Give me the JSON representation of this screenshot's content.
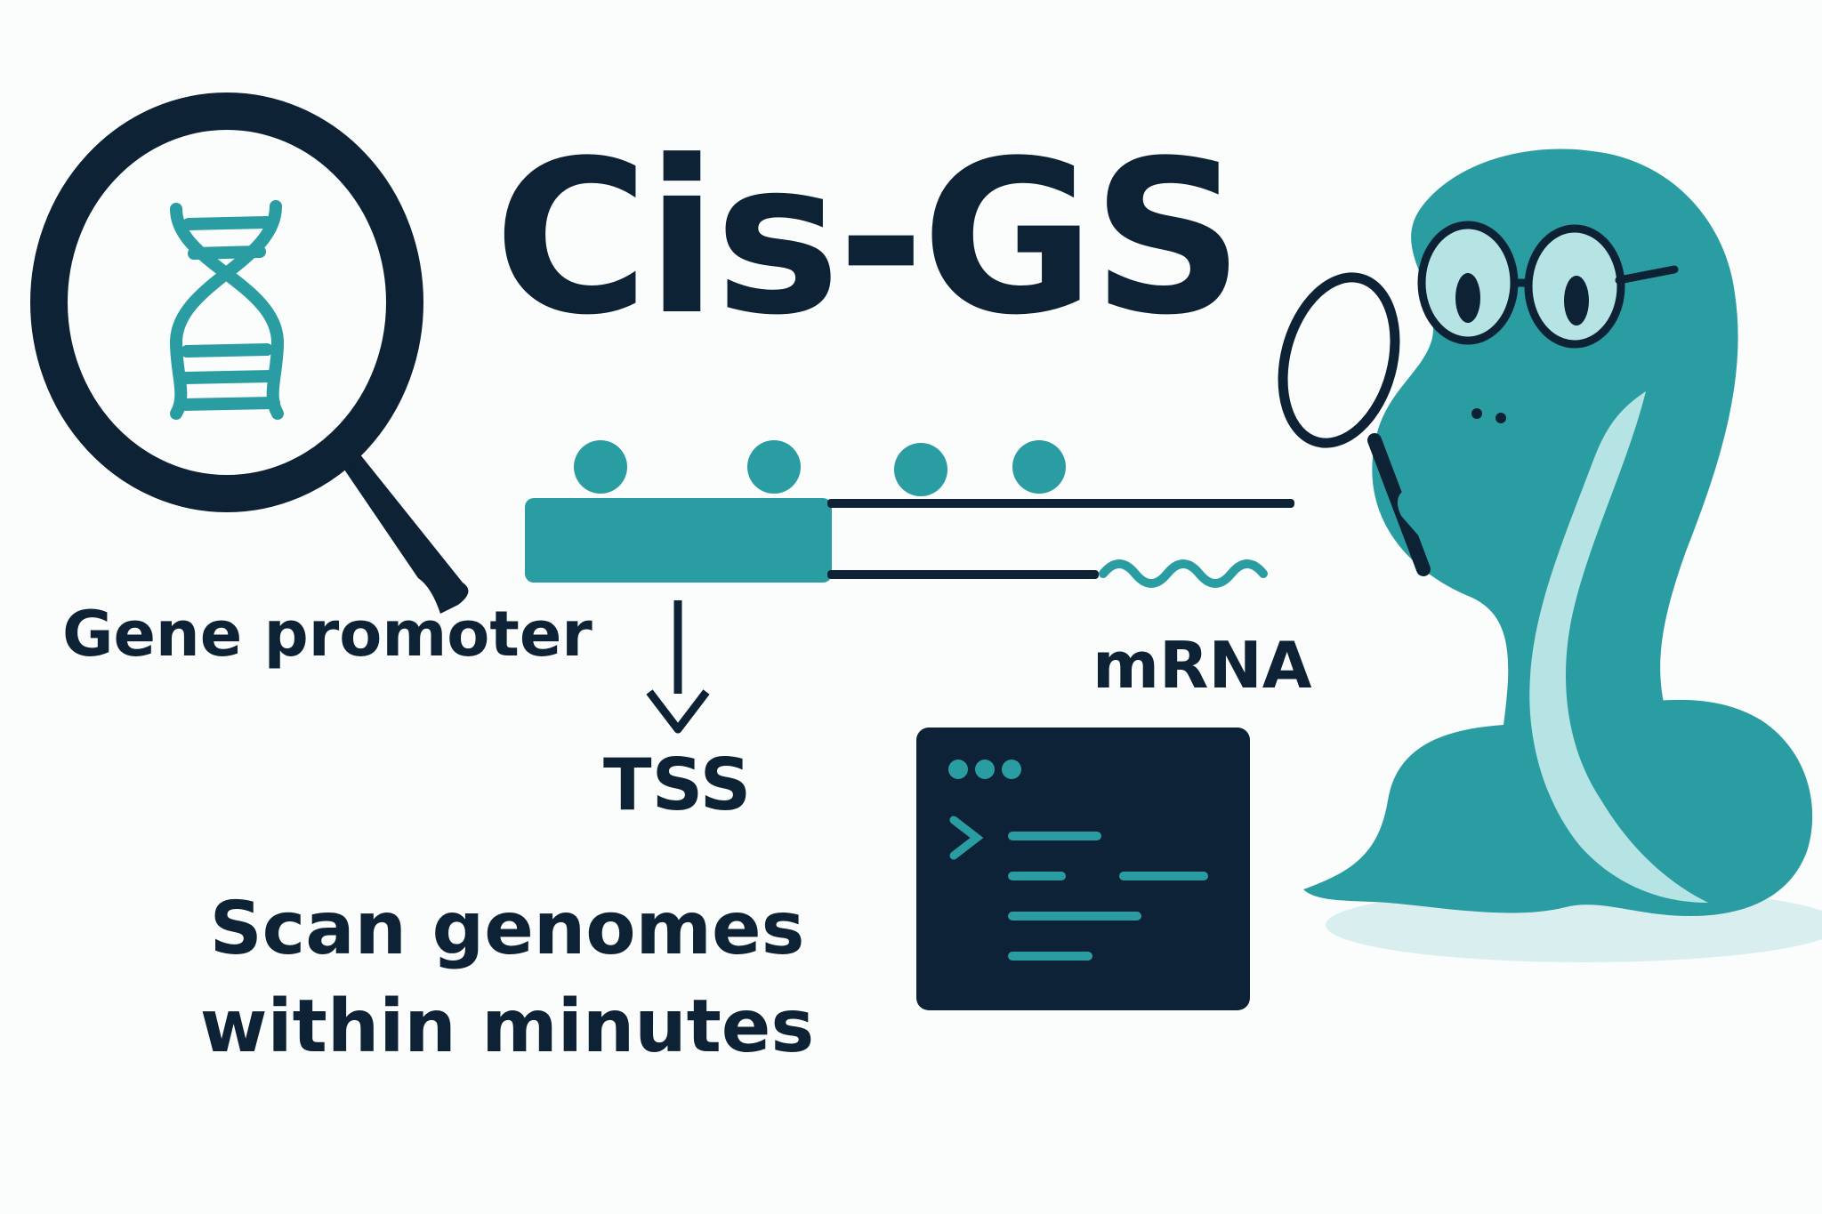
{
  "title": "Cis-GS",
  "labels": {
    "gene_promoter": "Gene promoter",
    "mrna": "mRNA",
    "tss": "TSS"
  },
  "tagline": {
    "line1": "Scan genomes",
    "line2": "within minutes"
  },
  "colors": {
    "ink": "#0e2235",
    "teal": "#2a9da2",
    "teal_light": "#b6e3e3",
    "terminal_bg": "#0d2236"
  },
  "icons": [
    "magnifier-dna-icon",
    "terminal-window-icon",
    "snake-mascot"
  ]
}
